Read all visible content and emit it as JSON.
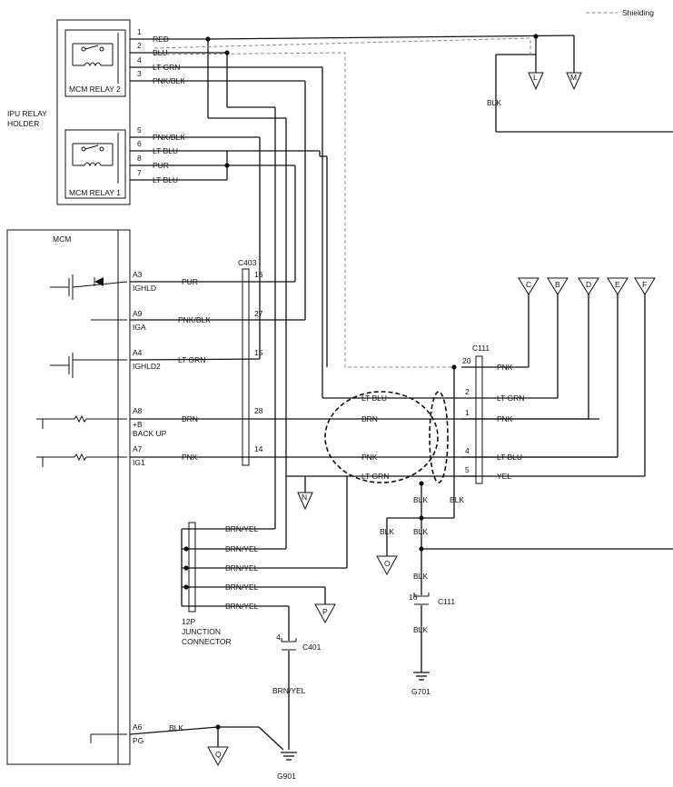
{
  "legend": {
    "shielding": "Shielding"
  },
  "holder_label": [
    "IPU RELAY",
    "HOLDER"
  ],
  "relays": {
    "relay2": {
      "label": "MCM RELAY 2"
    },
    "relay1": {
      "label": "MCM RELAY 1"
    }
  },
  "relay_pins": [
    {
      "pin": "1",
      "color": "RED"
    },
    {
      "pin": "2",
      "color": "BLU"
    },
    {
      "pin": "4",
      "color": "LT GRN"
    },
    {
      "pin": "3",
      "color": "PNK/BLK"
    },
    {
      "pin": "5",
      "color": "PNK/BLK"
    },
    {
      "pin": "6",
      "color": "LT BLU"
    },
    {
      "pin": "8",
      "color": "PUR"
    },
    {
      "pin": "7",
      "color": "LT BLU"
    }
  ],
  "mcm": {
    "title": "MCM",
    "pins": [
      {
        "pin": "A3",
        "name": "IGHLD",
        "color": "PUR",
        "c403": "16"
      },
      {
        "pin": "A9",
        "name": "IGA",
        "color": "PNK/BLK",
        "c403": "27"
      },
      {
        "pin": "A4",
        "name": "IGHLD2",
        "color": "LT GRN",
        "c403": "15"
      },
      {
        "pin": "A8",
        "name": "+B\nBACK UP",
        "color": "BRN",
        "c403": "28"
      },
      {
        "pin": "A7",
        "name": "IG1",
        "color": "PNK",
        "c403": "14"
      }
    ],
    "ground_pin": {
      "pin": "A6",
      "name": "PG",
      "color": "BLK"
    }
  },
  "connectors": {
    "c403": "C403",
    "c111": "C111",
    "c111_pin": "16",
    "c401": "C401",
    "c401_pin": "4"
  },
  "twisted_wires": [
    "LT BLU",
    "BRN",
    "PNK",
    "LT GRN"
  ],
  "c111_pins": [
    {
      "pin": "20",
      "color": "PNK"
    },
    {
      "pin": "2",
      "color": "LT GRN"
    },
    {
      "pin": "1",
      "color": "PNK"
    },
    {
      "pin": "4",
      "color": "LT BLU"
    },
    {
      "pin": "5",
      "color": "YEL"
    }
  ],
  "junction": {
    "label": [
      "12P",
      "JUNCTION",
      "CONNECTOR"
    ],
    "wires": [
      "BRN/YEL",
      "BRN/YEL",
      "BRN/YEL",
      "BRN/YEL",
      "BRN/YEL"
    ],
    "output_color": "BRN/YEL"
  },
  "blk_labels": [
    "BLK",
    "BLK",
    "BLK",
    "BLK",
    "BLK",
    "BLK",
    "BLK"
  ],
  "grounds": {
    "g701": "G701",
    "g901": "G901"
  },
  "off_page": [
    "L",
    "M",
    "C",
    "B",
    "D",
    "E",
    "F",
    "N",
    "O",
    "P",
    "Q"
  ]
}
